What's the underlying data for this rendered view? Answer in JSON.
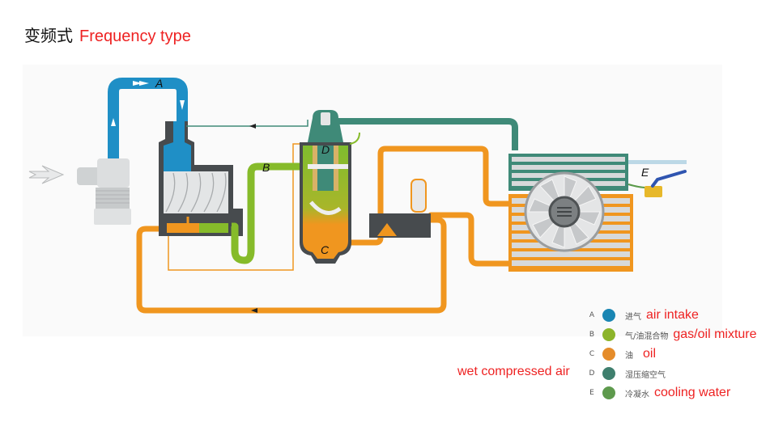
{
  "title": {
    "cn": "变频式",
    "en": "Frequency type"
  },
  "diagram": {
    "pipe_labels": {
      "A": "A",
      "B": "B",
      "C": "C",
      "D": "D",
      "E": "E"
    },
    "colors": {
      "air_intake": "#1f8fc6",
      "gas_oil": "#86bb2a",
      "oil": "#f0961f",
      "wet_air": "#3f8a78",
      "cooling_water": "#5a9a4a",
      "housing": "#474b4e",
      "silver": "#d7d9da"
    }
  },
  "legend": {
    "items": [
      {
        "letter": "A",
        "color": "#1a86b3",
        "cn": "进气",
        "en": "air intake"
      },
      {
        "letter": "B",
        "color": "#8cb42a",
        "cn": "气/油混合物",
        "en": "gas/oil mixture"
      },
      {
        "letter": "C",
        "color": "#e58c2a",
        "cn": "油",
        "en": "oil"
      },
      {
        "letter": "D",
        "color": "#3f7f6e",
        "cn": "湿压缩空气",
        "en": ""
      },
      {
        "letter": "E",
        "color": "#5e9a4d",
        "cn": "冷凝水",
        "en": "cooling water"
      }
    ],
    "side_note": "wet compressed air"
  }
}
